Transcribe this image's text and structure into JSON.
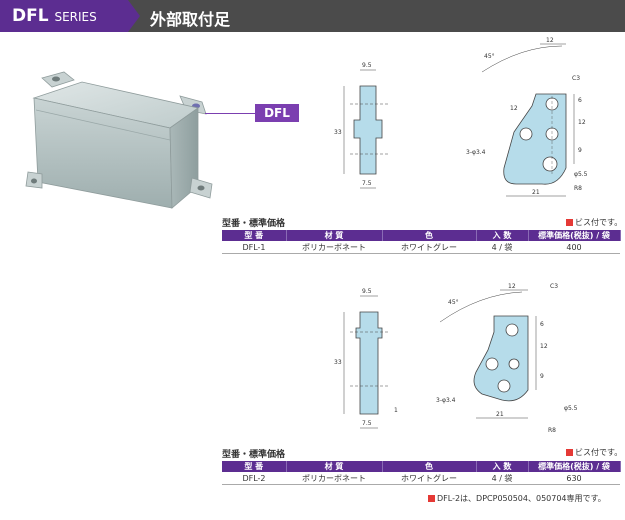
{
  "header": {
    "series": "DFL",
    "series_suffix": "SERIES",
    "title": "外部取付足"
  },
  "product_tag": "DFL",
  "colors": {
    "header_dark": "#4b4b4b",
    "accent_purple": "#5c2d91",
    "part_blue": "#b6dcea",
    "note_red": "#e53935"
  },
  "section1": {
    "label": "型番・標準価格",
    "note": "ビス付です。",
    "table": {
      "headers": [
        "型 番",
        "材 質",
        "色",
        "入 数",
        "標準価格(税抜) / 袋"
      ],
      "row": [
        "DFL-1",
        "ポリカーボネート",
        "ホワイトグレー",
        "4 / 袋",
        "400"
      ]
    },
    "side_dims": {
      "top": "9.5",
      "height": "33",
      "bottom": "7.5"
    },
    "front_dims": {
      "angle": "45°",
      "width": "12",
      "chamfer": "C3",
      "d1": "6",
      "d2": "12",
      "d3": "9",
      "v1": "12",
      "hole_small": "3-φ3.4",
      "hole_large": "φ5.5",
      "base": "21",
      "radius": "R8"
    }
  },
  "section2": {
    "label": "型番・標準価格",
    "note": "ビス付です。",
    "table": {
      "headers": [
        "型 番",
        "材 質",
        "色",
        "入 数",
        "標準価格(税抜) / 袋"
      ],
      "row": [
        "DFL-2",
        "ポリカーボネート",
        "ホワイトグレー",
        "4 / 袋",
        "630"
      ]
    },
    "side_dims": {
      "top": "9.5",
      "height": "33",
      "gap": "1",
      "bottom": "7.5"
    },
    "front_dims": {
      "angle": "45°",
      "width": "12",
      "chamfer": "C3",
      "d1": "6",
      "d2": "12",
      "d3": "9",
      "hole_small": "3-φ3.4",
      "hole_large": "φ5.5",
      "base": "21",
      "radius": "R8"
    },
    "footnote": "DFL-2は、DPCP050504、050704専用です。"
  }
}
